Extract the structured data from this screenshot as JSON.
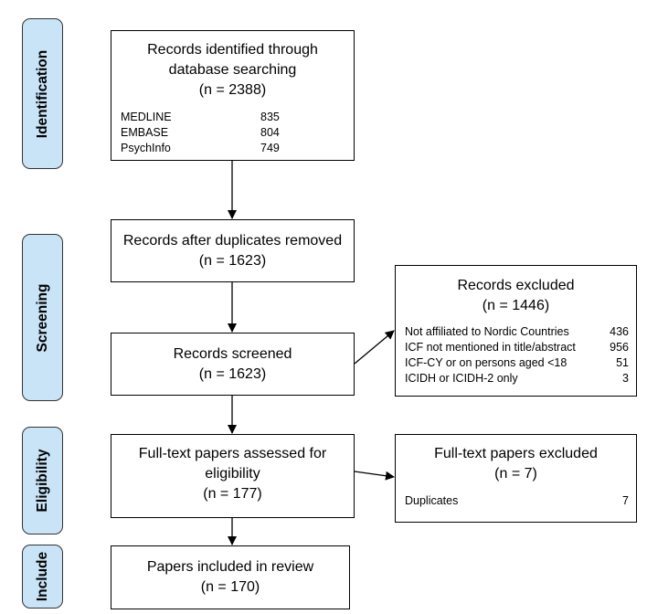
{
  "phases": {
    "identification": "Identification",
    "screening": "Screening",
    "eligibility": "Eligibility",
    "include": "Include"
  },
  "identified": {
    "title_line1": "Records identified through",
    "title_line2": "database searching",
    "count": "(n = 2388)",
    "sources": [
      {
        "name": "MEDLINE",
        "n": "835"
      },
      {
        "name": "EMBASE",
        "n": "804"
      },
      {
        "name": "PsychInfo",
        "n": "749"
      }
    ]
  },
  "duplicates": {
    "title": "Records after duplicates removed",
    "count": "(n = 1623)"
  },
  "screened": {
    "title": "Records screened",
    "count": "(n = 1623)"
  },
  "excluded": {
    "title": "Records excluded",
    "count": "(n = 1446)",
    "reasons": [
      {
        "label": "Not affiliated to Nordic Countries",
        "n": "436"
      },
      {
        "label": "ICF not mentioned in title/abstract",
        "n": "956"
      },
      {
        "label": "ICF-CY or on persons aged <18",
        "n": "51"
      },
      {
        "label": "ICIDH or ICIDH-2 only",
        "n": "3"
      }
    ]
  },
  "fulltext": {
    "line1": "Full-text papers assessed for",
    "line2": "eligibility",
    "count": "(n = 177)"
  },
  "fulltext_excluded": {
    "title": "Full-text papers excluded",
    "count": "(n = 7)",
    "reasons": [
      {
        "label": "Duplicates",
        "n": "7"
      }
    ]
  },
  "included": {
    "title": "Papers included in review",
    "count": "(n = 170)"
  }
}
